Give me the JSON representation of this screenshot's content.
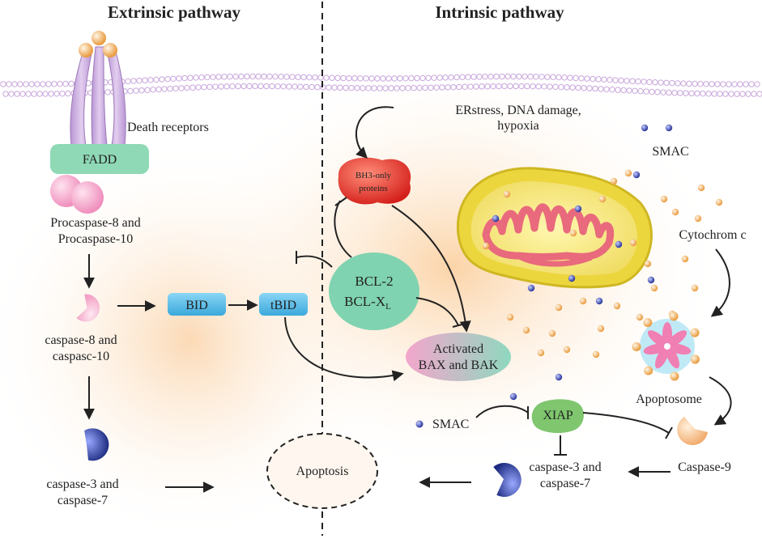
{
  "headings": {
    "extrinsic": "Extrinsic pathway",
    "intrinsic": "Intrinsic pathway"
  },
  "labels": {
    "death_receptors": "Death receptors",
    "fadd": "FADD",
    "procaspase_line1": "Procaspase-8 and",
    "procaspase_line2": "Procaspase-10",
    "caspase8_line1": "caspase-8 and",
    "caspase8_line2": "caspasc-10",
    "caspase3_left_line1": "caspase-3 and",
    "caspase3_left_line2": "caspase-7",
    "bid": "BID",
    "tbid": "tBID",
    "bcl2": "BCL-2",
    "bclxl": "BCL-X",
    "bclxl_sub": "L",
    "stress_line1": "ERstress, DNA damage,",
    "stress_line2": "hypoxia",
    "bh3_line1": "BH3-only",
    "bh3_line2": "proteins",
    "activated_line1": "Activated",
    "activated_line2": "BAX and BAK",
    "smac_top": "SMAC",
    "smac_bottom": "SMAC",
    "cytochrome": "Cytochrom c",
    "apoptosome": "Apoptosome",
    "xiap": "XIAP",
    "caspase9": "Caspase-9",
    "caspase3_right_line1": "caspase-3 and",
    "caspase3_right_line2": "caspase-7",
    "apoptosis": "Apoptosis"
  },
  "colors": {
    "fadd": "#8fd9b6",
    "procaspase": "#f7b9d4",
    "bid": "#5ec2ea",
    "bcl2": "#7fd3b0",
    "bh3": "#e8322b",
    "xiap": "#7fc66e",
    "caspase3": "#3a4aa0",
    "caspase9": "#f7c08a",
    "membrane": "#c9a8dc",
    "mito_outer": "#e2cf3a",
    "mito_cristae": "#e86a7c",
    "cytochrome_dot": "#f2b66d",
    "smac_dot": "#4a5ab8",
    "apoptosome": "#f07fb3"
  }
}
